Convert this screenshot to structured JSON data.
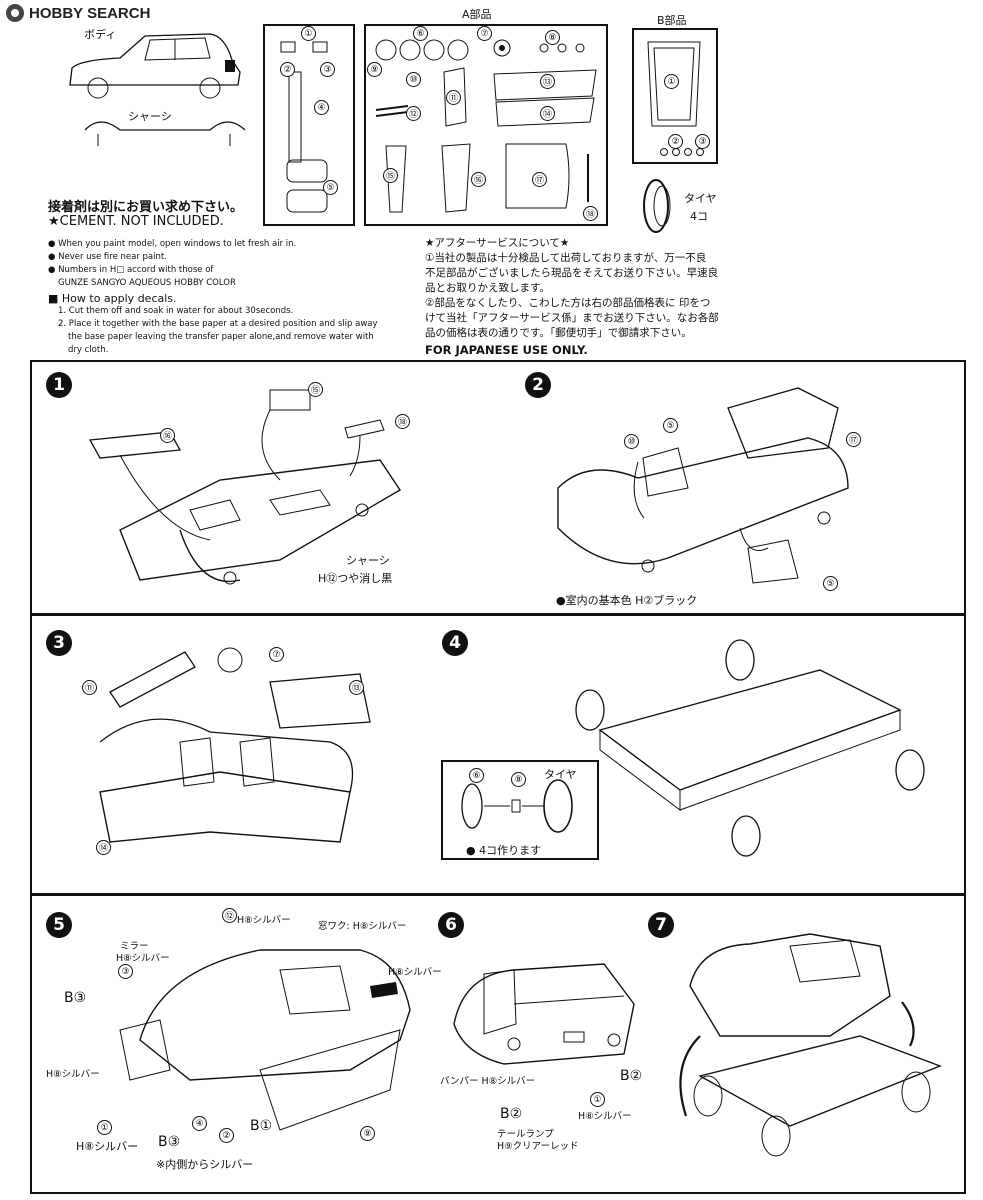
{
  "logo": {
    "text": "HOBBY SEARCH"
  },
  "header": {
    "body_label": "ボディ",
    "chassis_label": "シャーシ",
    "a_parts": "A部品",
    "b_parts": "B部品",
    "tire_label": "タイヤ",
    "tire_count": "4コ"
  },
  "sprue_a_numbers": [
    "⑥",
    "⑦",
    "⑧",
    "⑨",
    "⑩",
    "⑪",
    "⑫",
    "⑬",
    "⑭",
    "⑮",
    "⑯",
    "⑰",
    "⑱"
  ],
  "sprue_body_numbers": [
    "①",
    "②",
    "③",
    "④",
    "⑤"
  ],
  "sprue_b_numbers": [
    "①",
    "②",
    "③"
  ],
  "notes": {
    "cement_jp": "接着剤は別にお買い求め下さい。",
    "cement_en": "★CEMENT. NOT INCLUDED.",
    "bullet1": "When you paint model, open windows to let fresh air in.",
    "bullet2": "Never use fire near paint.",
    "bullet3": "Numbers in H□ accord with those of",
    "bullet3b": "GUNZE SANGYO AQUEOUS HOBBY COLOR",
    "decals_title": "How to apply decals.",
    "decal1": "1. Cut them off and soak in water for about 30seconds.",
    "decal2": "2. Place it together with the base paper at a desired position and slip away",
    "decal2b": "the base paper leaving the transfer paper alone,and remove water with",
    "decal2c": "dry cloth."
  },
  "after_service": {
    "title": "★アフターサービスについて★",
    "p1": "①当社の製品は十分検品して出荷しておりますが、万一不良",
    "p2": "不足部品がございましたら現品をそえてお送り下さい。早速良",
    "p3": "品とお取りかえ致します。",
    "p4": "②部品をなくしたり、こわした方は右の部品価格表に 印をつ",
    "p5": "けて当社「アフターサービス係」までお送り下さい。なお各部",
    "p6": "品の価格は表の通りです。「郵便切手」で御請求下さい。",
    "japan_only": "FOR JAPANESE USE ONLY."
  },
  "steps": [
    {
      "num": "1",
      "labels": {
        "p15": "⑮",
        "p16": "⑯",
        "p18": "⑱",
        "chassis": "シャーシ",
        "paint": "H⑫つや消し黒"
      }
    },
    {
      "num": "2",
      "labels": {
        "p10": "⑩",
        "p5a": "⑤",
        "p17": "⑰",
        "p5b": "⑤",
        "note": "●室内の基本色 H②ブラック"
      }
    },
    {
      "num": "3",
      "labels": {
        "p11": "⑪",
        "p7": "⑦",
        "p13": "⑬",
        "p14": "⑭"
      }
    },
    {
      "num": "4",
      "labels": {
        "p6": "⑥",
        "p8": "⑧",
        "tire": "タイヤ",
        "make4": "● 4コ作ります"
      }
    },
    {
      "num": "5",
      "labels": {
        "p12": "⑫",
        "p12paint": "H⑧シルバー",
        "window": "窓ワク: H⑧シルバー",
        "mirror": "ミラー",
        "mirror_paint": "H⑧シルバー",
        "p3": "③",
        "silver_r": "H⑧シルバー",
        "b3a": "B③",
        "silver_l": "H⑧シルバー",
        "p1": "①",
        "silver_b": "H⑧シルバー",
        "b3b": "B③",
        "p4": "④",
        "p2": "②",
        "b1": "B①",
        "p9": "⑨",
        "inside": "※内側からシルバー"
      }
    },
    {
      "num": "6",
      "labels": {
        "bumper": "バンパー H⑧シルバー",
        "b2a": "B②",
        "tail": "テールランプ",
        "tail_paint": "H⑨クリアーレッド",
        "p1": "①",
        "p1paint": "H⑧シルバー",
        "b2b": "B②"
      }
    },
    {
      "num": "7",
      "labels": {}
    }
  ]
}
